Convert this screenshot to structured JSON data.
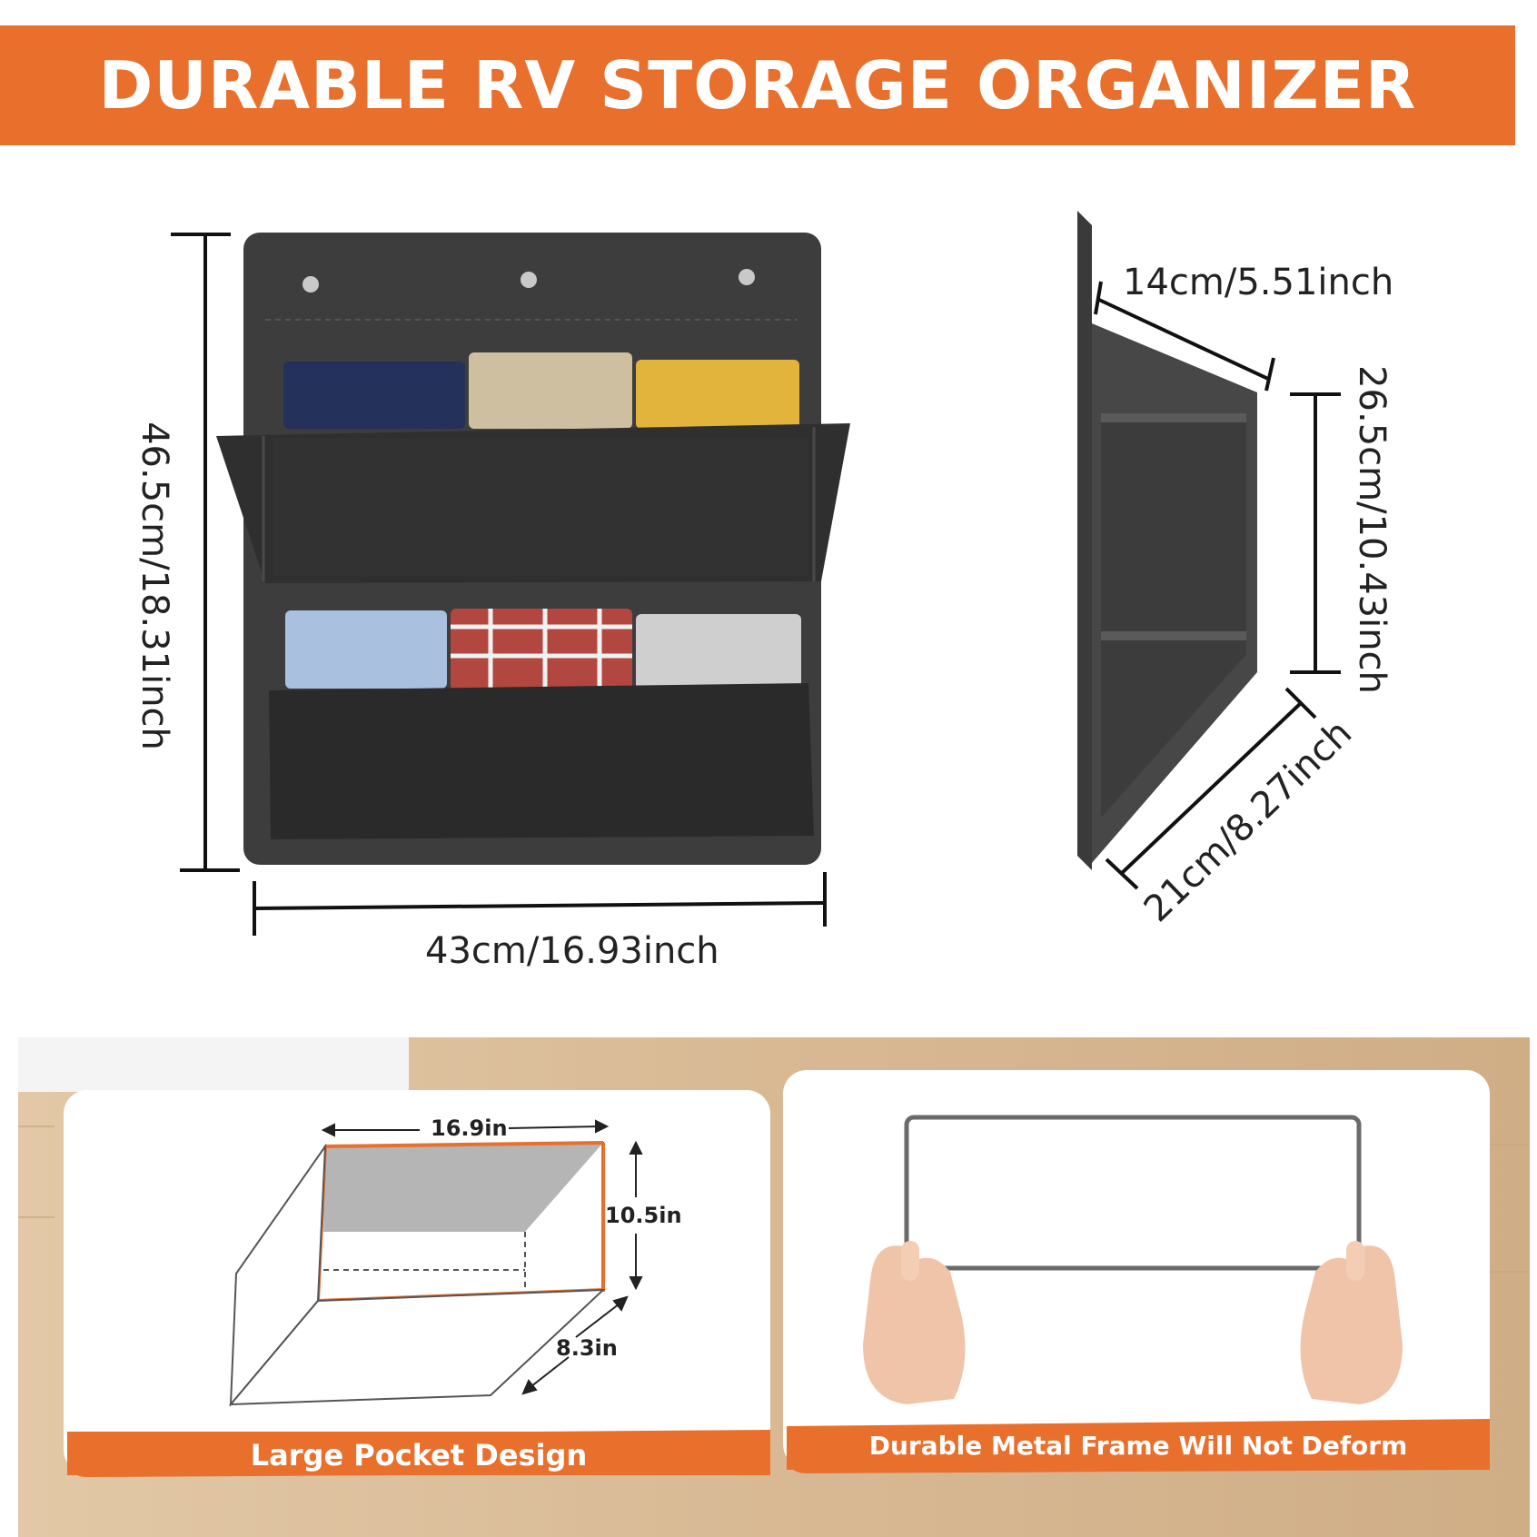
{
  "header": {
    "title": "DURABLE RV STORAGE ORGANIZER"
  },
  "colors": {
    "accent": "#E8702C",
    "felt": "#3a3a3a"
  },
  "front_view": {
    "height_label": "46.5cm/18.31inch",
    "width_label": "43cm/16.93inch"
  },
  "side_view": {
    "depth_top_label": "14cm/5.51inch",
    "height_label": "26.5cm/10.43inch",
    "depth_bottom_label": "21cm/8.27inch"
  },
  "pocket_card": {
    "width_label": "16.9in",
    "height_label": "10.5in",
    "depth_label": "8.3in",
    "caption": "Large Pocket Design"
  },
  "frame_card": {
    "caption": "Durable Metal Frame Will Not Deform"
  }
}
